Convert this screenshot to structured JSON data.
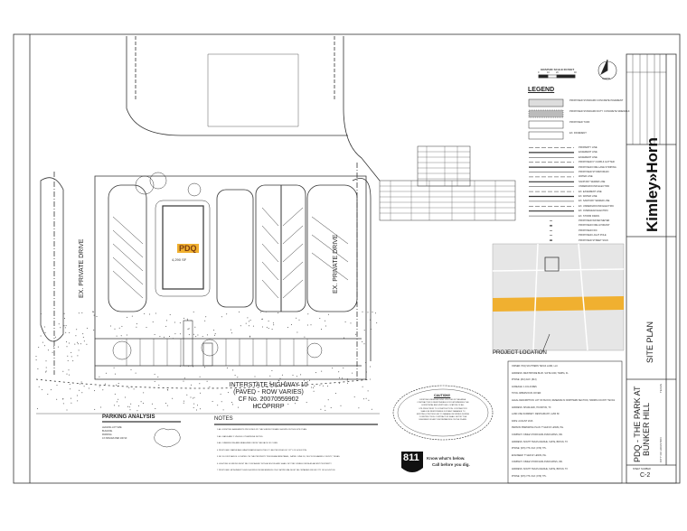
{
  "sheet": {
    "firm": "Kimley»Horn",
    "title": "SITE PLAN",
    "project": [
      "PDQ - THE PARK AT",
      "BUNKER HILL"
    ],
    "city": "CITY OF HOUSTON",
    "state": "TEXAS",
    "sheet_number_label": "SHEET NUMBER",
    "sheet_number": "C-2"
  },
  "scale": {
    "title": "GRAPHIC SCALE IN FEET",
    "ticks": [
      "0",
      "10",
      "20",
      "40"
    ],
    "north": "NORTH"
  },
  "legend": {
    "title": "LEGEND",
    "items": [
      "PROPOSED STANDARD CONCRETE PAVEMENT",
      "PROPOSED STANDARD DUTY CONCRETE SIDEWALK",
      "PROPOSED TURF",
      "EX. PAVEMENT",
      "PROPERTY LINE",
      "EASEMENT LINE",
      "EASEMENT LINE",
      "PROPOSED 6\" CURB & GUTTER",
      "PROPOSED FIRE LANE STRIPING",
      "PROPOSED STORM DRAIN",
      "WATER LINE",
      "SANITARY SEWER LINE",
      "UNDERGROUND ELECTRIC",
      "EX. EASEMENT LINE",
      "EX. WATER LINE",
      "EX. SANITARY SEWER LINE",
      "EX. UNDERGROUND ELECTRIC",
      "EX. OVERHEAD ELECTRIC",
      "EX. STORM DRAIN",
      "PROPOSED WATER METER",
      "PROPOSED FIRE HYDRANT",
      "PROPOSED FDC",
      "PROPOSED LIGHT POLE",
      "PROPOSED STREET SIGN"
    ]
  },
  "plan": {
    "private_drive_left": "EX. PRIVATE DRIVE",
    "private_drive_right": "EX. PRIVATE DRIVE",
    "building_area": "4,290 SF",
    "highway": [
      "INTERSTATE HIGHWAY 10",
      "(PAVED - ROW VARIES)",
      "CF No. 20070559902",
      "HCOPRRP"
    ]
  },
  "location": {
    "label": "PROJECT LOCATION"
  },
  "parking": {
    "title": "PARKING ANALYSIS",
    "rows": [
      "LEASING LOT SIZE",
      "BUILDING",
      "PARKING",
      "1/3 SPACES PER 100 SF"
    ]
  },
  "notes": {
    "title": "NOTES",
    "items": [
      "1   ALL EXISTING EASEMENTS PROVIDED BY THE SURVEYOR ARE SHOWN ON THIS SITE PLAN.",
      "2   ALL RADII ARE 3' UNLESS OTHERWISE NOTED.",
      "3   ALL DIMENSIONS ARE MEASURED FROM THE FACE OF CURB.",
      "4   PROPOSED WATER AND WASTEWATER FACILITIES TO BE PROVIDED BY CITY OF HOUSTON.",
      "5   NO FLOODPLAIN IS LOCATED ON THE PROPERTY PER FEMA FIRM PANEL, DATED JUNE 18, 2007 FOR HARRIS COUNTY, TEXAS.",
      "6   LIGHTING SOURCES MUST BE CONCEALED WITH A DEVICE AND SHALL NOT BE VISIBLE FROM ADJACENT PROPERTY.",
      "7   PROPOSED MONUMENT SIGN SHOWN FOR REFERENCE ONLY. APPROVAL MUST BE OBTAINED FROM CITY OF HOUSTON."
    ]
  },
  "caution": {
    "title": "CAUTION!!",
    "text": [
      "EXISTING UNDERGROUND UTILITIES IN THE AREA.",
      "CONTRACTOR IS RESPONSIBLE FOR DETERMINING THE",
      "HORIZONTAL AND VERTICAL LOCATION OF ALL",
      "UTILITIES PRIOR TO CONSTRUCTION. CONTRACTOR",
      "SHALL BE RESPONSIBLE FOR ANY DAMAGES TO",
      "EXISTING UTILITIES DUE TO DAMAGE INCURRED DURING",
      "CONSTRUCTION. CONTRACTOR SHALL NOTIFY THE",
      "ENGINEER OF ANY DISCREPANCIES ON THE PLANS."
    ]
  },
  "dig811": {
    "logo": "811",
    "line1": "Know what's below.",
    "line2": "Call before you dig."
  },
  "info": {
    "rows": [
      "OWNER:   PDQ SOUTHERN TEXAS LAND, LLC",
      "ADDRESS:  WESTSHORE BLVD. SUITE 1000, TAMPA, FL",
      "PHONE:   (813)   FAX: (813)",
      "ACREAGE:  1.101 ACRES",
      "TOTAL IMPERVIOUS COVER:",
      "LEGAL DESCRIPTION: LOT OF BLOCK, RESERVE IN NORTHERN SECTION, HARRIS COUNTY TEXAS",
      "ADDRESS: SHADLAND, HOUSTON, TX",
      "LAND USE SUMMARY: RESTAURANT, 4,290 SF",
      "DATE:    AUGUST 2016",
      "PERSON PREPARING PLAN: TYLER W. LEWIS, P.E.",
      "COMPANY: KIMLEY-HORN AND ASSOCIATES, INC.",
      "ADDRESS: SOUTH TEXAS AVENUE, SUITE, BRYAN, TX",
      "PHONE:   (979) 775-     FAX: (979) 775-",
      "ENGINEER: TYLER W. LEWIS, P.E.",
      "COMPANY: KIMLEY-HORN AND ASSOCIATES, INC.",
      "ADDRESS: SOUTH TEXAS AVENUE, SUITE, BRYAN, TX",
      "PHONE:   (979) 775-     FAX: (979) 775-"
    ]
  },
  "colors": {
    "road_highlight": "#f0b030",
    "map_bg": "#e6e6e6",
    "line": "#333333"
  }
}
